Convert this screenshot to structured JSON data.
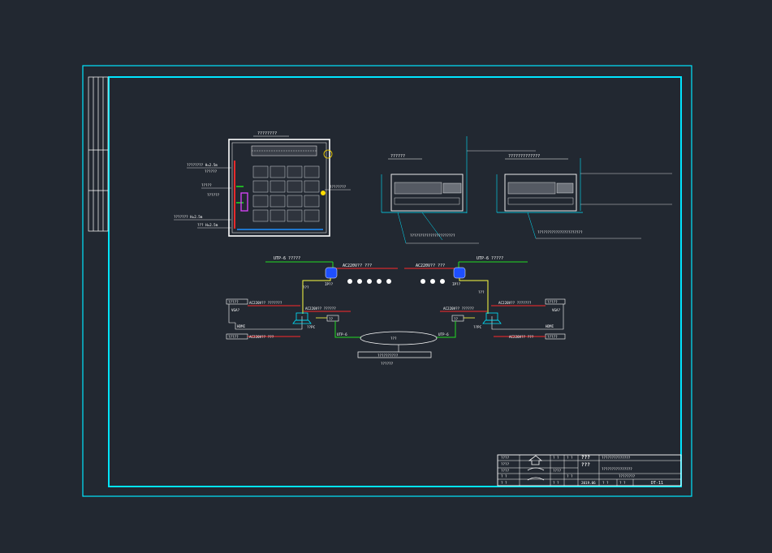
{
  "colors": {
    "background": "#222831",
    "frame": "#00e5ff",
    "line": "#ffffff",
    "red": "#ff2a2a",
    "green": "#22dd22",
    "yellow": "#ffff44",
    "blue": "#1e4fff",
    "magenta": "#dd44ff"
  },
  "floor_plan": {
    "title": "????????",
    "label_1": "???????? H=2.5m",
    "label_2": "??????",
    "label_3": "?????",
    "label_4": "??????? H=2.5m",
    "label_5": "??? H=2.5m",
    "label_6": "????????",
    "label_7": "??????"
  },
  "sections": {
    "left_title": "??????",
    "right_title": "?????????????",
    "left_note": "??????????????????????",
    "right_note": "??????????????????????"
  },
  "network": {
    "utp_top_left": "UTP-6 ?????",
    "utp_top_right": "UTP-6 ?????",
    "ac_top_left": "AC220V?? ???",
    "ac_top_right": "AC220V?? ???",
    "ip_left": "IP??",
    "ip_right": "IP??",
    "fiber_left": "???",
    "fiber_right": "???",
    "ac_mid_left": "AC220V?? ???????",
    "ac_mid_right": "AC220V?? ???????",
    "ac_pc_left": "AC220V?? ??????",
    "ac_pc_right": "AC220V?? ??????",
    "vga_left": "VGA?",
    "vga_right": "VGA?",
    "hdmi_left": "HDMI",
    "hdmi_right": "HDMI",
    "box_left_top": "?????",
    "box_right_top": "?????",
    "box_left_bottom": "?????",
    "box_right_bottom": "?????",
    "ac_bottom_left": "AC220V?? ???",
    "ac_bottom_right": "AC220V?? ???",
    "pc_left": "??PC",
    "pc_right": "??PC",
    "switch_left": "??",
    "switch_right": "??",
    "utp_bottom_left": "UTP-6",
    "utp_bottom_right": "UTP-6",
    "cloud": "???",
    "server_box": "??????????",
    "server_label": "??????"
  },
  "title_block": {
    "c1": "????",
    "c2": "????",
    "c3": "????",
    "c4": "? ?",
    "c5": "? ?",
    "c6": "? ?",
    "c7": "????",
    "c8": "? ?",
    "c9": "? ?",
    "c10": "???",
    "c11": "???",
    "c12": "? ?",
    "c13": "??????????????",
    "c14": "???????????????",
    "c15": "????????",
    "date": "2019.06",
    "drawing_no": "DT-11",
    "unit1": "? ?",
    "unit2": "? ?"
  }
}
